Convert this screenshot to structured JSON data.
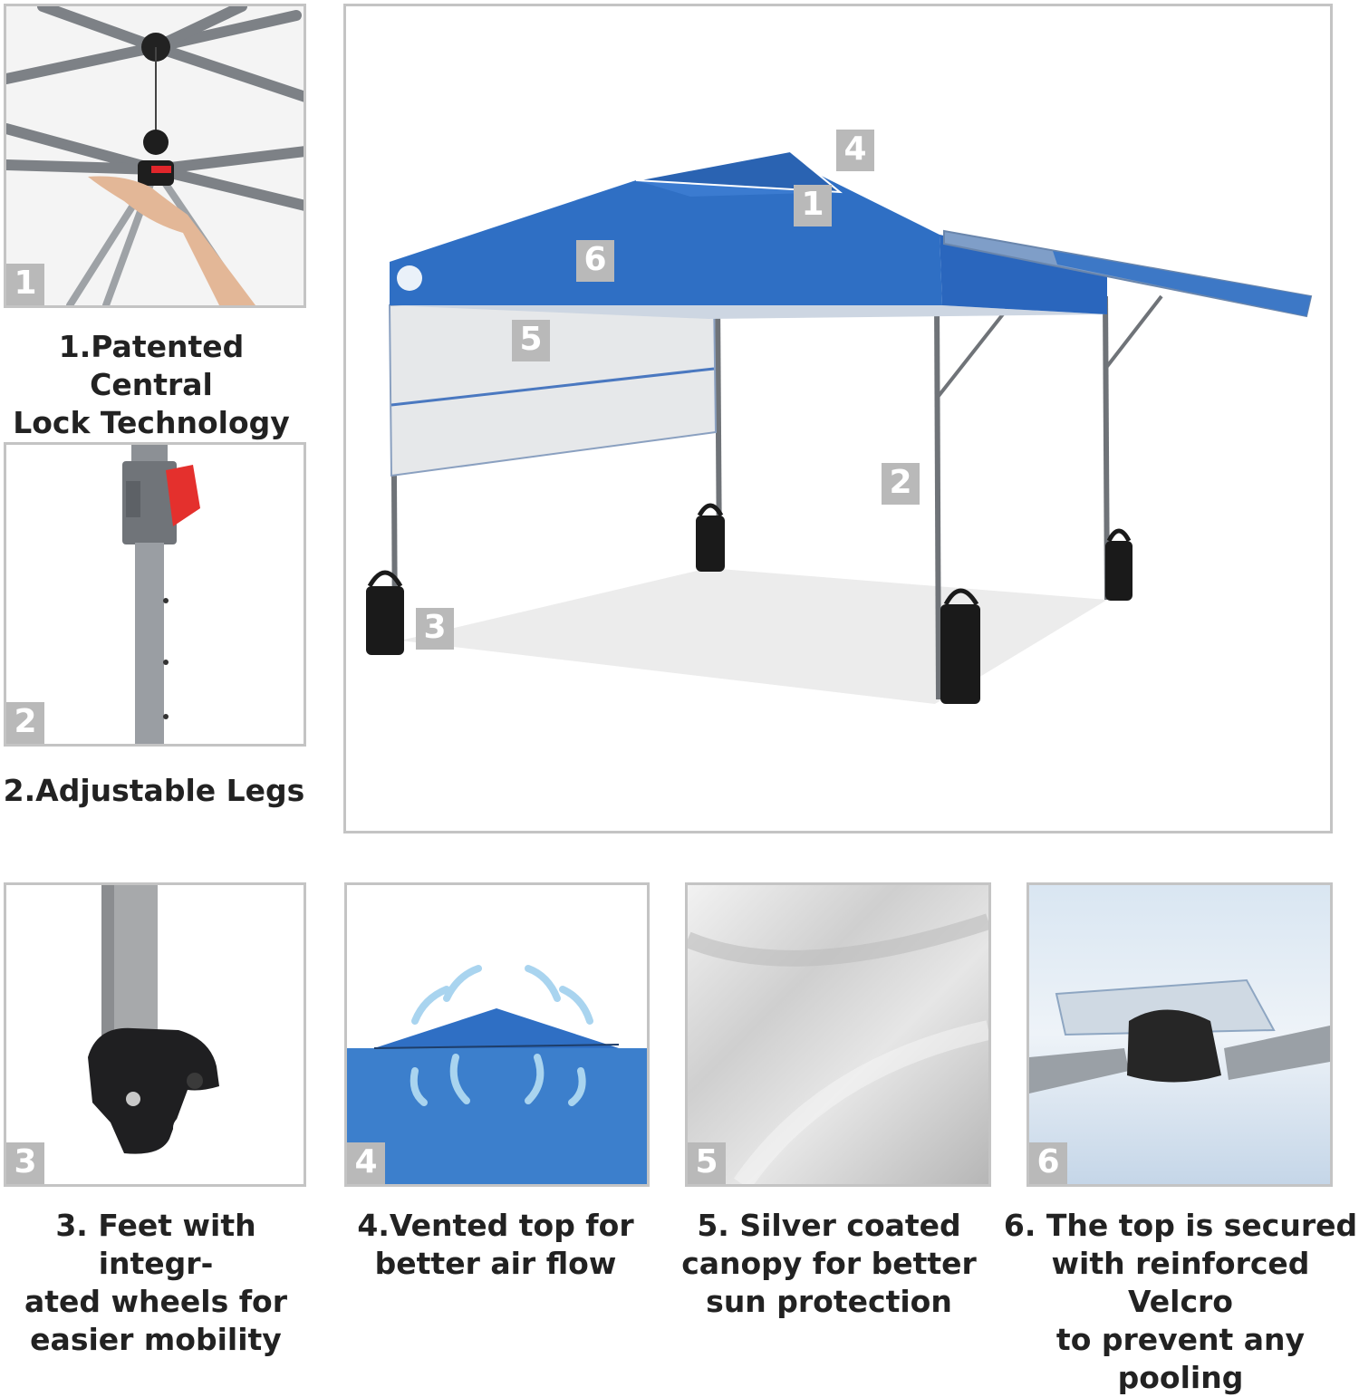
{
  "colors": {
    "canopy_blue": "#2f6fc4",
    "badge_gray": "#b9b9b9",
    "frame_gray": "#8d9094",
    "border_gray": "#c4c4c4",
    "caption_text": "#222222"
  },
  "main_panel": {
    "callouts": [
      "4",
      "1",
      "6",
      "5",
      "2",
      "3"
    ]
  },
  "features": [
    {
      "number": "1",
      "caption_lines": [
        "1.Patented Central",
        "Lock Technology"
      ]
    },
    {
      "number": "2",
      "caption_lines": [
        "2.Adjustable Legs"
      ]
    },
    {
      "number": "3",
      "caption_lines": [
        "3. Feet with integr-",
        "ated wheels for",
        "easier mobility"
      ]
    },
    {
      "number": "4",
      "caption_lines": [
        "4.Vented top for",
        "better air flow"
      ]
    },
    {
      "number": "5",
      "caption_lines": [
        "5. Silver coated",
        "canopy for better",
        "sun protection"
      ]
    },
    {
      "number": "6",
      "caption_lines": [
        "6. The top is secured",
        "with reinforced Velcro",
        "to prevent any pooling"
      ]
    }
  ]
}
